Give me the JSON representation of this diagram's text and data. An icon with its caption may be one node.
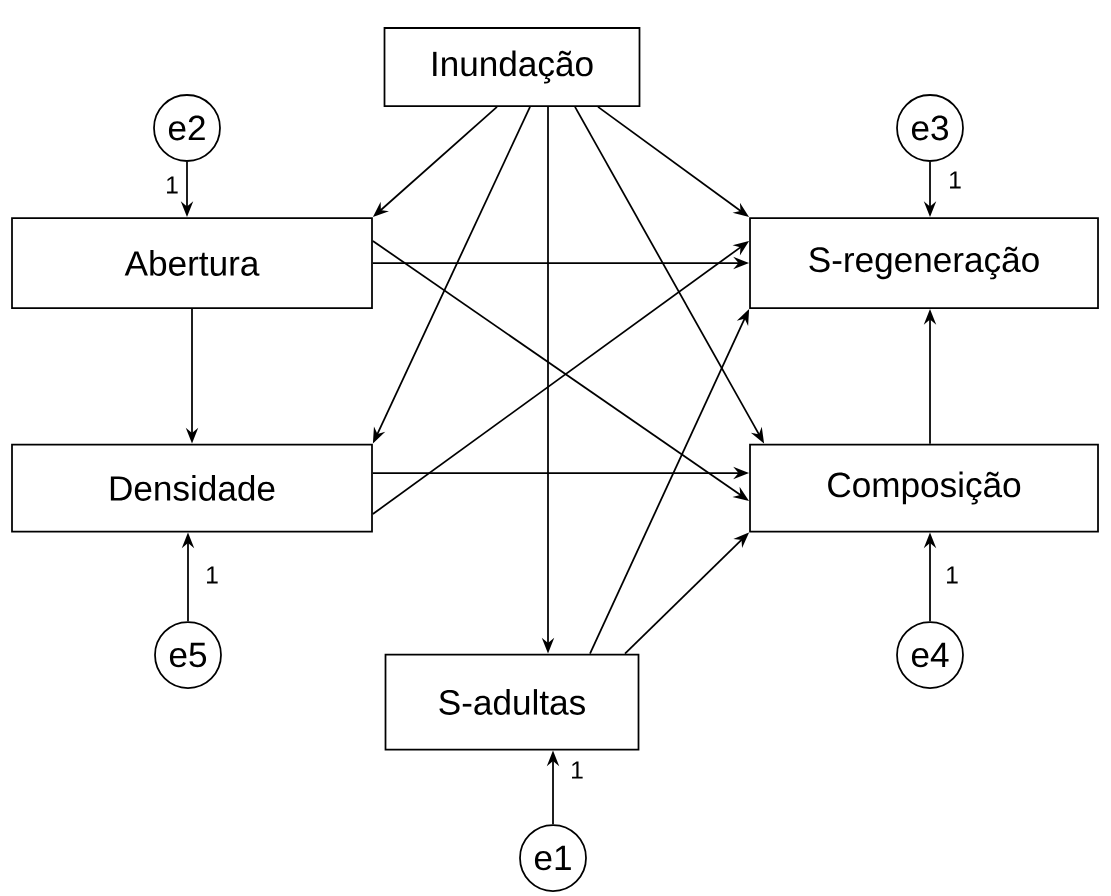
{
  "diagram": {
    "nodes": [
      {
        "text": [
          "Inundação"
        ]
      },
      {
        "text": [
          "e2"
        ]
      },
      {
        "text": [
          "e3"
        ]
      },
      {
        "text": [
          "Abertura"
        ]
      },
      {
        "text": [
          "S-regeneração"
        ]
      },
      {
        "text": [
          "Densidade"
        ]
      },
      {
        "text": [
          "Composição"
        ]
      },
      {
        "text": [
          "e5"
        ]
      },
      {
        "text": [
          "e4"
        ]
      },
      {
        "text": [
          "S-adultas"
        ]
      },
      {
        "text": [
          "e1"
        ]
      }
    ],
    "edges": [
      {
        "from": 1,
        "to": 3,
        "arrow": "to",
        "label": "1"
      },
      {
        "from": 2,
        "to": 4,
        "arrow": "to",
        "label": "1"
      },
      {
        "from": 0,
        "to": 3,
        "arrow": "to"
      },
      {
        "from": 0,
        "to": 5,
        "arrow": "to"
      },
      {
        "from": 0,
        "to": 9,
        "arrow": "to"
      },
      {
        "from": 0,
        "to": 6,
        "arrow": "to"
      },
      {
        "from": 0,
        "to": 4,
        "arrow": "to"
      },
      {
        "from": 3,
        "to": 4,
        "arrow": "to"
      },
      {
        "from": 3,
        "to": 6,
        "arrow": "to"
      },
      {
        "from": 3,
        "to": 5,
        "arrow": "to"
      },
      {
        "from": 5,
        "to": 4,
        "arrow": "to"
      },
      {
        "from": 5,
        "to": 6,
        "arrow": "to"
      },
      {
        "from": 9,
        "to": 4,
        "arrow": "to"
      },
      {
        "from": 9,
        "to": 6,
        "arrow": "to"
      },
      {
        "from": 6,
        "to": 4,
        "arrow": "to"
      },
      {
        "from": 7,
        "to": 5,
        "arrow": "to",
        "label": "1"
      },
      {
        "from": 8,
        "to": 6,
        "arrow": "to",
        "label": "1"
      },
      {
        "from": 10,
        "to": 9,
        "arrow": "to",
        "label": "1"
      }
    ]
  }
}
